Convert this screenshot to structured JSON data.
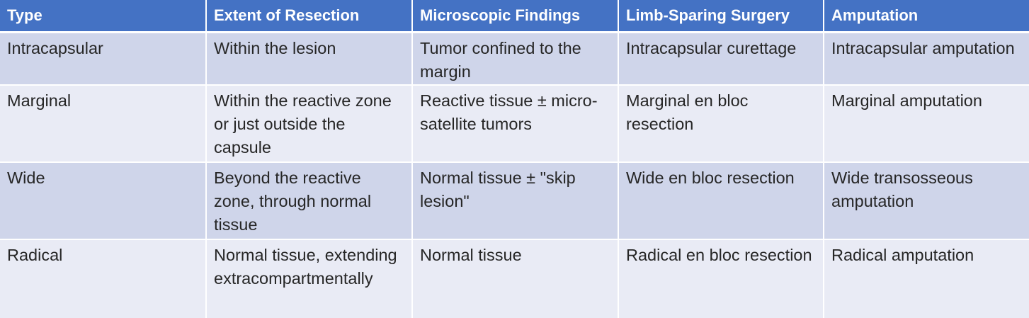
{
  "table": {
    "headers": [
      "Type",
      "Extent of Resection",
      "Microscopic Findings",
      "Limb-Sparing Surgery",
      "Amputation"
    ],
    "rows": [
      [
        "Intracapsular",
        "Within the lesion",
        "Tumor confined to the margin",
        "Intracapsular curettage",
        "Intracapsular amputation"
      ],
      [
        "Marginal",
        "Within the reactive zone or just outside the capsule",
        "Reactive tissue ± micro-satellite tumors",
        "Marginal en bloc resection",
        "Marginal amputation"
      ],
      [
        "Wide",
        "Beyond the reactive zone, through normal tissue",
        "Normal tissue ± \"skip lesion\"",
        "Wide en bloc resection",
        "Wide transosseous amputation"
      ],
      [
        "Radical",
        "Normal tissue, extending extracompartmentally",
        "Normal tissue",
        "Radical en bloc resection",
        "Radical amputation"
      ]
    ]
  },
  "colors": {
    "header_bg": "#4472C4",
    "row_odd_bg": "#CFD5EA",
    "row_even_bg": "#E9EBF5"
  }
}
